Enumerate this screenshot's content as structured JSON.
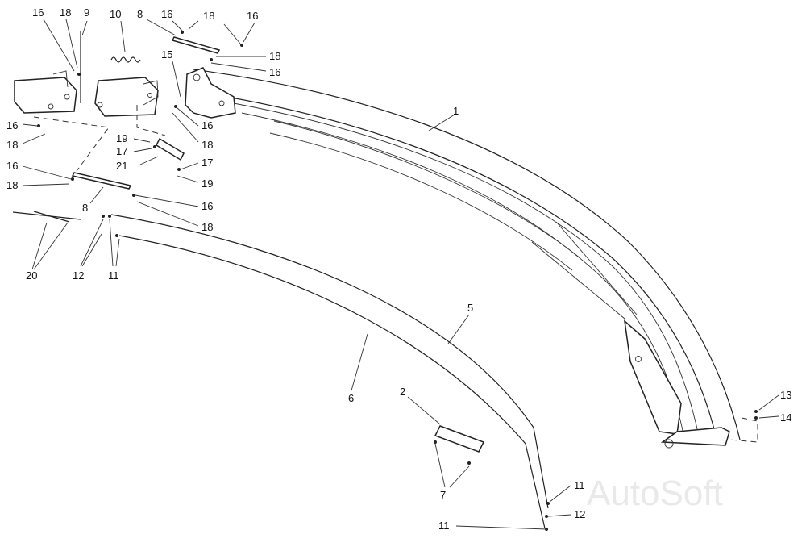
{
  "watermark": "AutoSoft",
  "callouts": {
    "c1": "1",
    "c2": "2",
    "c5": "5",
    "c6": "6",
    "c7": "7",
    "c8a": "8",
    "c8b": "8",
    "c9": "9",
    "c10": "10",
    "c11a": "11",
    "c11b": "11",
    "c11c": "11",
    "c12a": "12",
    "c12b": "12",
    "c13": "13",
    "c14": "14",
    "c15": "15",
    "c16a": "16",
    "c16b": "16",
    "c16c": "16",
    "c16d": "16",
    "c16e": "16",
    "c16f": "16",
    "c16g": "16",
    "c16h": "16",
    "c17a": "17",
    "c17b": "17",
    "c18a": "18",
    "c18b": "18",
    "c18c": "18",
    "c18d": "18",
    "c18e": "18",
    "c18f": "18",
    "c19a": "19",
    "c19b": "19",
    "c20": "20",
    "c21": "21"
  }
}
